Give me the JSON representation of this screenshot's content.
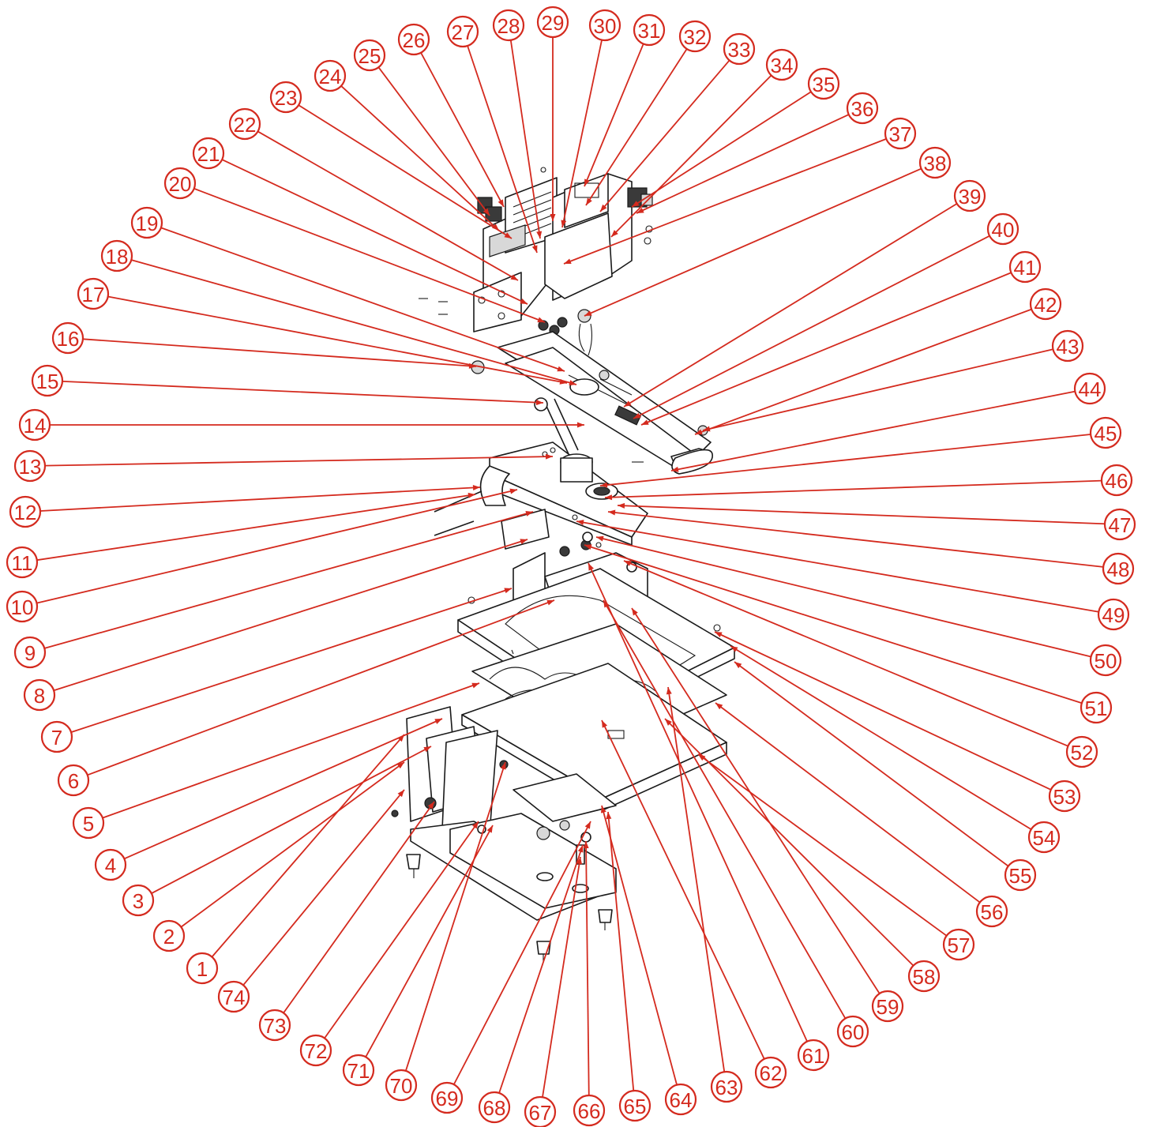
{
  "diagram": {
    "type": "exploded-parts-view",
    "subject_icon": "heat-press-machine",
    "accent_color": "#d42a1e",
    "line_color": "#1a1a1a",
    "callouts": [
      "1",
      "2",
      "3",
      "4",
      "5",
      "6",
      "7",
      "8",
      "9",
      "10",
      "11",
      "12",
      "13",
      "14",
      "15",
      "16",
      "17",
      "18",
      "19",
      "20",
      "21",
      "22",
      "23",
      "24",
      "25",
      "26",
      "27",
      "28",
      "29",
      "30",
      "31",
      "32",
      "33",
      "34",
      "35",
      "36",
      "37",
      "38",
      "39",
      "40",
      "41",
      "42",
      "43",
      "44",
      "45",
      "46",
      "47",
      "48",
      "49",
      "50",
      "51",
      "52",
      "53",
      "54",
      "55",
      "56",
      "57",
      "58",
      "59",
      "60",
      "61",
      "62",
      "63",
      "64",
      "65",
      "66",
      "67",
      "68",
      "69",
      "70",
      "71",
      "72",
      "73",
      "74"
    ]
  }
}
